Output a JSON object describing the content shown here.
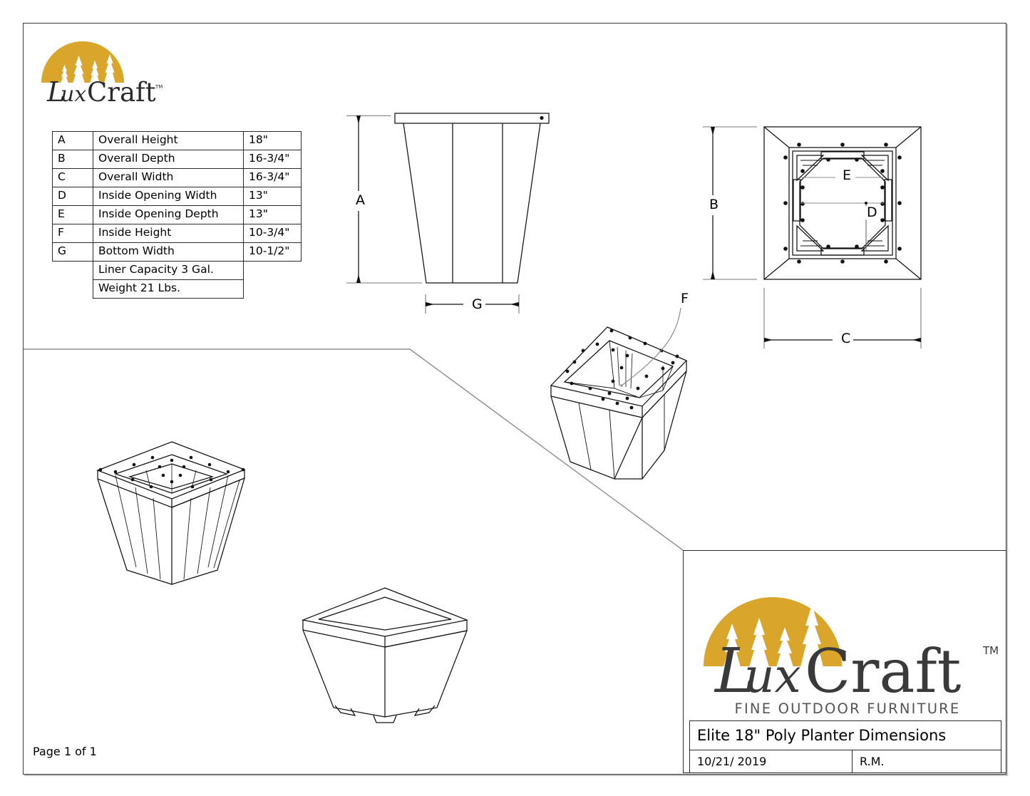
{
  "document": {
    "title": "Elite 18\" Poly Planter Dimensions",
    "date": "10/21/ 2019",
    "author": "R.M.",
    "page_label": "Page 1 of 1"
  },
  "brand": {
    "name": "LuxCraft",
    "name_part_1": "L",
    "name_part_2": "ux",
    "name_part_3": "Craft",
    "tagline": "FINE OUTDOOR FURNITURE",
    "trademark": "TM",
    "gold": "#D9A52B",
    "ink": "#3a3a3a"
  },
  "dimension_table": {
    "columns": [
      "key",
      "description",
      "value"
    ],
    "rows": [
      {
        "key": "A",
        "description": "Overall Height",
        "value": "18\""
      },
      {
        "key": "B",
        "description": "Overall Depth",
        "value": "16-3/4\""
      },
      {
        "key": "C",
        "description": "Overall Width",
        "value": "16-3/4\""
      },
      {
        "key": "D",
        "description": "Inside Opening Width",
        "value": "13\""
      },
      {
        "key": "E",
        "description": "Inside Opening Depth",
        "value": "13\""
      },
      {
        "key": "F",
        "description": "Inside Height",
        "value": "10-3/4\""
      },
      {
        "key": "G",
        "description": "Bottom Width",
        "value": "10-1/2\""
      }
    ],
    "notes": [
      {
        "key": "",
        "description": "Liner Capacity 3 Gal.",
        "value": ""
      },
      {
        "key": "",
        "description": "Weight 21 Lbs.",
        "value": ""
      }
    ]
  },
  "callouts": {
    "A": "A",
    "B": "B",
    "C": "C",
    "D": "D",
    "E": "E",
    "F": "F",
    "G": "G"
  },
  "views": {
    "front_elevation": "Front elevation of tapered square planter with top rim",
    "top_plan": "Top plan view of planter showing mitered frame, inner octagonal opening and fasteners",
    "iso_cutaway": "Isometric cutaway view showing inside height",
    "iso_upper": "Isometric view of assembled planter from above",
    "iso_lower": "Isometric view of finished planter with feet"
  }
}
